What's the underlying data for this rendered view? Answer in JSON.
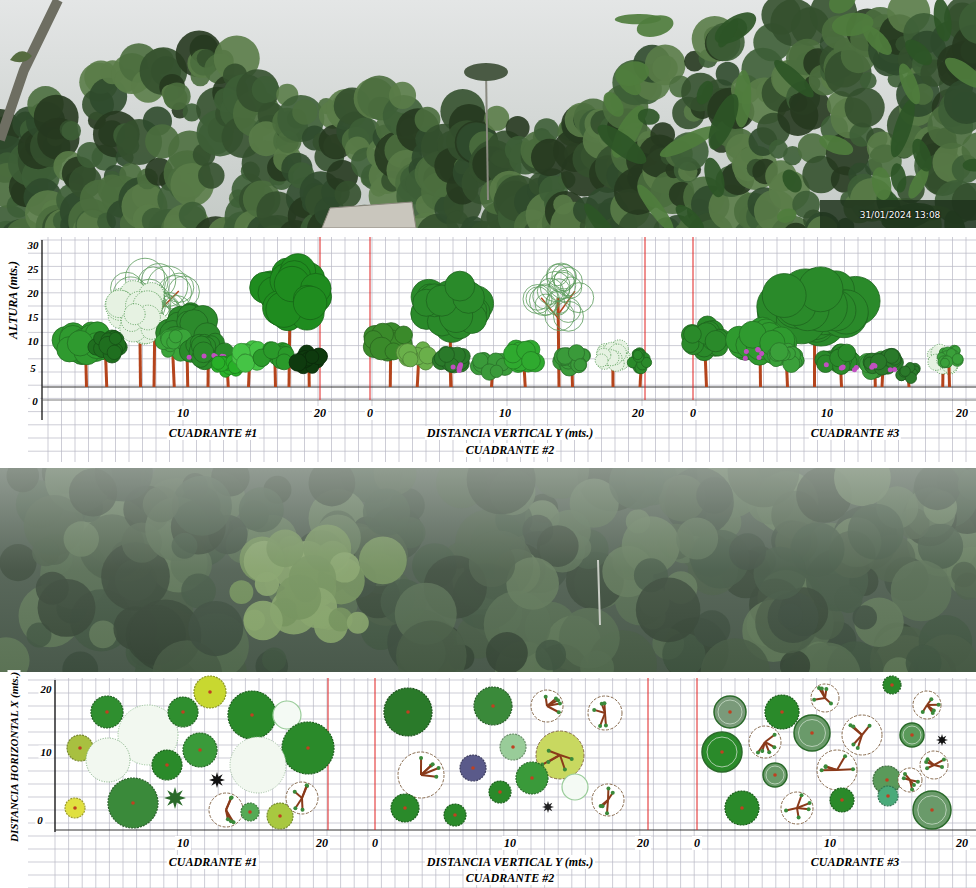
{
  "diagram": {
    "labels": [
      "31/01/2024 13:08",
      "30",
      "25",
      "20",
      "15",
      "10",
      "5",
      "0",
      "ALTURA (mts.)",
      "10",
      "20",
      "0",
      "10",
      "20",
      "0",
      "10",
      "20",
      "CUADRANTE #1",
      "DISTANCIA VERTICAL Y (mts.)",
      "CUADRANTE #2",
      "CUADRANTE #3",
      "20",
      "10",
      "0",
      "DISTANCIA HORIZONTAL X (mts.)",
      "10",
      "20",
      "0",
      "10",
      "20",
      "0",
      "10",
      "20",
      "CUADRANTE #1",
      "DISTANCIA VERTICAL Y (mts.)",
      "CUADRANTE #2",
      "CUADRANTE #3"
    ]
  }
}
